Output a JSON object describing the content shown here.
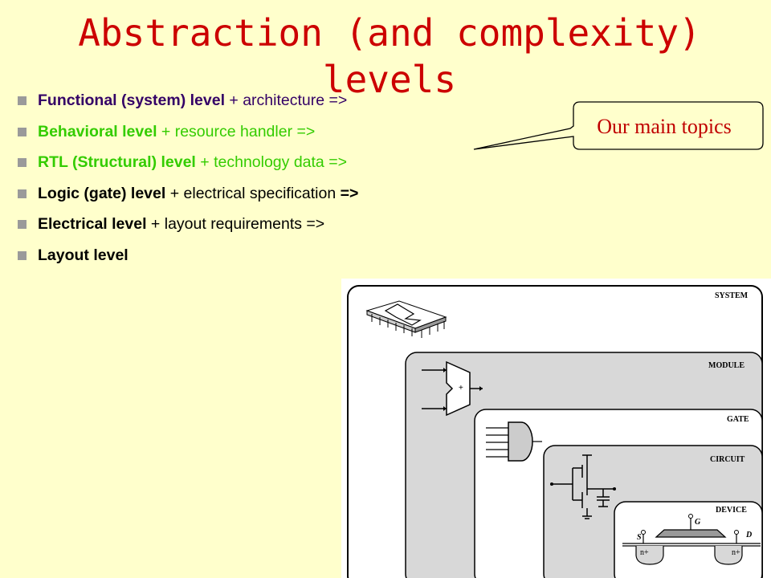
{
  "title": "Abstraction (and complexity) levels",
  "bullets": [
    {
      "bold": "Functional (system) level",
      "rest": " + architecture =>"
    },
    {
      "bold": "Behavioral level",
      "rest": " + resource handler =>"
    },
    {
      "bold": "RTL (Structural) level",
      "rest": " + technology data =>"
    },
    {
      "bold": "Logic (gate) level",
      "rest": " + electrical specification ",
      "tail": "=>"
    },
    {
      "bold": "Electrical level",
      "rest": " + layout requirements =>"
    },
    {
      "bold": "Layout level",
      "rest": ""
    }
  ],
  "callout": {
    "text": "Our main topics"
  },
  "diagram": {
    "levels": [
      "SYSTEM",
      "MODULE",
      "GATE",
      "CIRCUIT",
      "DEVICE"
    ],
    "device_labels": {
      "source": "S",
      "gate": "G",
      "drain": "D",
      "n_plus_left": "n+",
      "n_plus_right": "n+"
    },
    "adder_symbol": "+"
  },
  "colors": {
    "background": "#FFFFCC",
    "title": "#CC0000",
    "purple": "#330066",
    "green": "#33CC00",
    "callout_text": "#C00000",
    "bullet": "#9A9A9A",
    "panel_gray": "#D8D8D8"
  }
}
